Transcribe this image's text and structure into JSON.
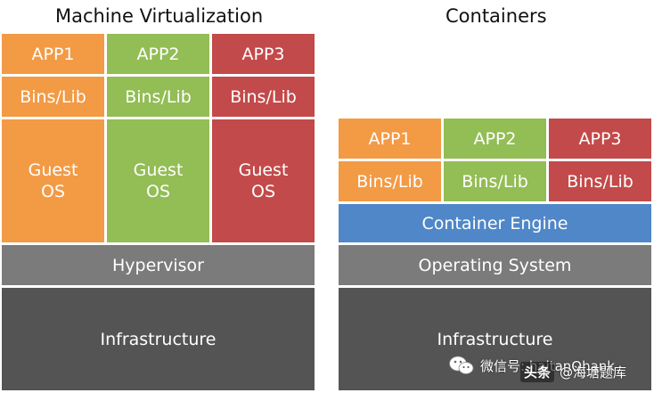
{
  "left": {
    "title": "Machine Virtualization",
    "apps": [
      "APP1",
      "APP2",
      "APP3"
    ],
    "bins": [
      "Bins/Lib",
      "Bins/Lib",
      "Bins/Lib"
    ],
    "guest_os": [
      "Guest\nOS",
      "Guest\nOS",
      "Guest\nOS"
    ],
    "hypervisor": "Hypervisor",
    "infrastructure": "Infrastructure"
  },
  "right": {
    "title": "Containers",
    "apps": [
      "APP1",
      "APP2",
      "APP3"
    ],
    "bins": [
      "Bins/Lib",
      "Bins/Lib",
      "Bins/Lib"
    ],
    "container_engine": "Container Engine",
    "operating_system": "Operating System",
    "infrastructure": "Infrastructure"
  },
  "watermark": {
    "wechat_text": "微信号: haitanQhank",
    "toutiao_text": "头条",
    "site_text": "@海塘题库"
  },
  "colors": {
    "orange": "#f39a45",
    "green": "#93bd55",
    "red": "#c34a4a",
    "gray": "#7b7b7b",
    "dark": "#545454",
    "blue": "#4f87c9"
  }
}
